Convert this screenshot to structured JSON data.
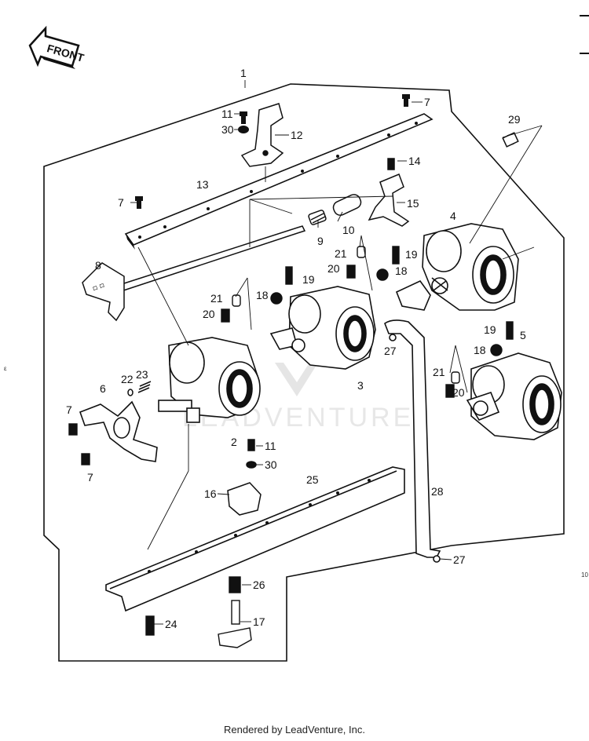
{
  "front_arrow_label": "FRONT",
  "watermark_text": "LEADVENTURE",
  "footer_text": "Rendered by LeadVenture, Inc.",
  "edge_marks": [
    "10"
  ],
  "callouts": [
    "1",
    "2",
    "3",
    "4",
    "5",
    "6",
    "7",
    "8",
    "9",
    "10",
    "11",
    "12",
    "13",
    "14",
    "15",
    "16",
    "17",
    "18",
    "19",
    "20",
    "21",
    "22",
    "23",
    "24",
    "25",
    "26",
    "27",
    "28",
    "29",
    "30"
  ]
}
